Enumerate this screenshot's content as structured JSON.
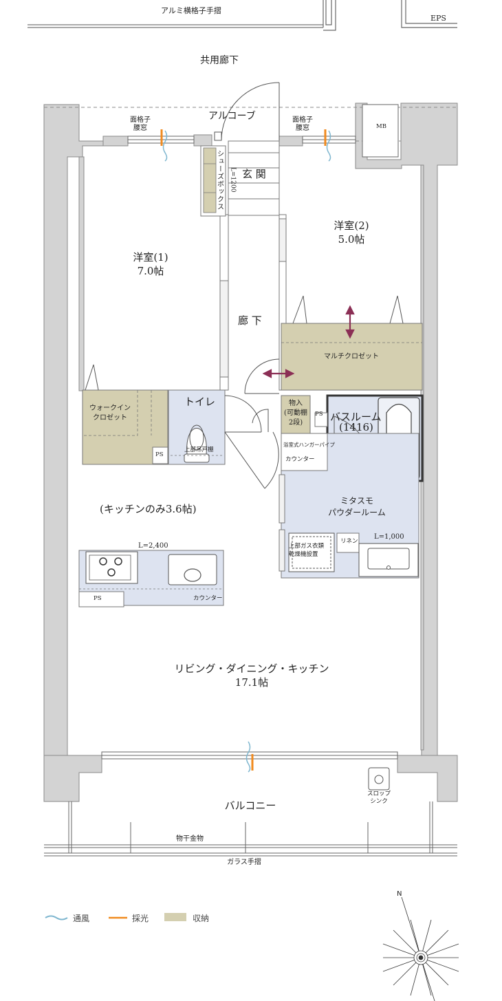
{
  "top": {
    "handrail": "アルミ横格子手摺",
    "eps": "EPS",
    "corridor": "共用廊下",
    "alcove": "アルコーブ",
    "mb": "MB"
  },
  "rooms": {
    "western1_name": "洋室(1)",
    "western1_size": "7.0帖",
    "western2_name": "洋室(2)",
    "western2_size": "5.0帖",
    "entrance": "玄 関",
    "shoes_box": "シューズボックス",
    "entrance_length": "L=1200",
    "hall": "廊 下",
    "multi_closet": "マルチクロゼット",
    "walkin_closet_1": "ウォークイン",
    "walkin_closet_2": "クロゼット",
    "toilet": "トイレ",
    "toilet_shelf": "上部吊戸棚",
    "storage_1": "物入",
    "storage_2": "(可動棚",
    "storage_3": "2段)",
    "bathroom_1": "バスルーム",
    "bathroom_2": "(1416)",
    "hanger_pipe": "浴室式ハンガーパイプ",
    "counter_bath": "カウンター",
    "powder_1": "ミタスモ",
    "powder_2": "パウダールーム",
    "dryer_1": "上部ガス衣類",
    "dryer_2": "乾燥機設置",
    "linen": "リネン",
    "powder_length": "L=1,000",
    "kitchen_only": "(キッチンのみ3.6帖)",
    "kitchen_length": "L=2,400",
    "kitchen_counter": "カウンター",
    "ldk_name": "リビング・ダイニング・キッチン",
    "ldk_size": "17.1帖",
    "balcony": "バルコニー",
    "slop_sink_1": "スロップ",
    "slop_sink_2": "シンク",
    "clothes_pole": "物干金物",
    "glass_rail": "ガラス手摺",
    "window_1a": "面格子",
    "window_1b": "腰窓",
    "window_2a": "面格子",
    "window_2b": "腰窓",
    "ps_walkin": "PS",
    "ps_bath": "PS",
    "ps_kitchen": "PS"
  },
  "legend": {
    "ventilation": "通風",
    "daylight": "採光",
    "storage": "収納"
  },
  "compass": {
    "north": "N"
  },
  "colors": {
    "wall": "#d3d3d3",
    "wall_edge": "#8a8a8a",
    "storage_fill": "#d4cfb0",
    "wet_fill": "#dde3f0",
    "accent_arrow": "#8b2f55",
    "light": "#f08a1e",
    "wind": "#7eb6cf"
  }
}
